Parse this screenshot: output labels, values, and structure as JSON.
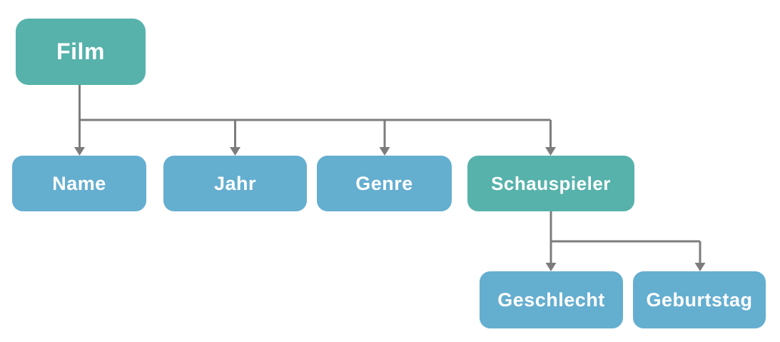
{
  "diagram": {
    "type": "tree",
    "colors": {
      "teal": "#57B2AB",
      "blue": "#64AED0",
      "connector": "#7C7C7C",
      "label_text": "#FFFFFF",
      "background": "#FFFFFF"
    },
    "nodes": [
      {
        "id": "film",
        "label": "Film",
        "variant": "teal",
        "level": 0
      },
      {
        "id": "name",
        "label": "Name",
        "variant": "blue",
        "level": 1
      },
      {
        "id": "jahr",
        "label": "Jahr",
        "variant": "blue",
        "level": 1
      },
      {
        "id": "genre",
        "label": "Genre",
        "variant": "blue",
        "level": 1
      },
      {
        "id": "schauspieler",
        "label": "Schauspieler",
        "variant": "teal",
        "level": 1
      },
      {
        "id": "geschlecht",
        "label": "Geschlecht",
        "variant": "blue",
        "level": 2
      },
      {
        "id": "geburtstag",
        "label": "Geburtstag",
        "variant": "blue",
        "level": 2
      }
    ],
    "edges": [
      {
        "from": "Film",
        "to": "Name"
      },
      {
        "from": "Film",
        "to": "Jahr"
      },
      {
        "from": "Film",
        "to": "Genre"
      },
      {
        "from": "Film",
        "to": "Schauspieler"
      },
      {
        "from": "Schauspieler",
        "to": "Geschlecht"
      },
      {
        "from": "Schauspieler",
        "to": "Geburtstag"
      }
    ]
  }
}
